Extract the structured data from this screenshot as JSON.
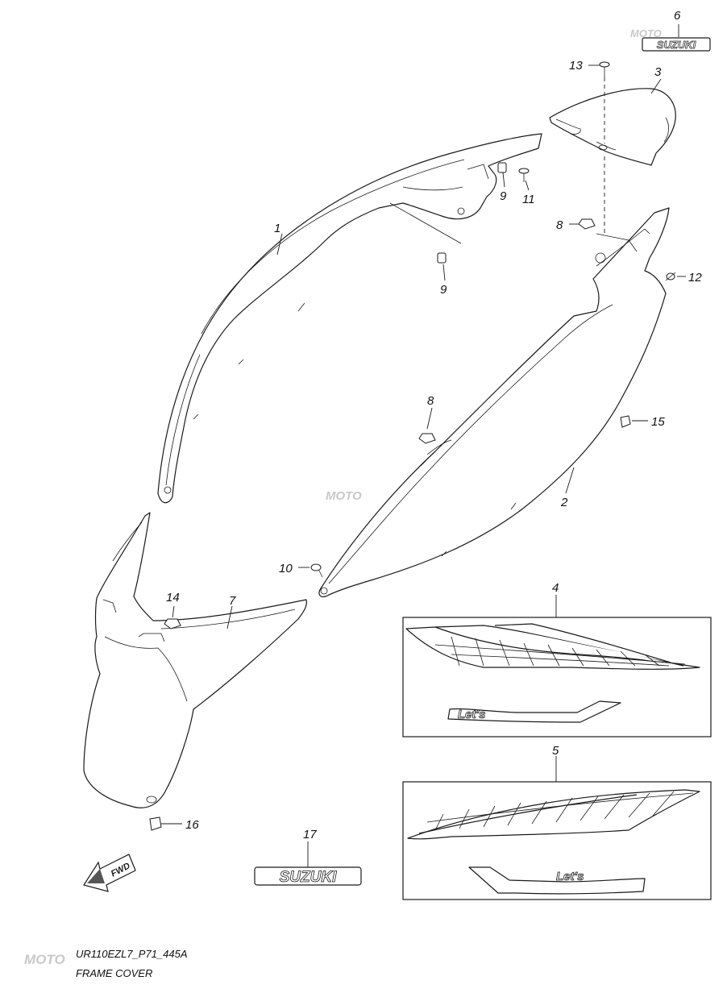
{
  "callouts": {
    "c1": "1",
    "c2": "2",
    "c3": "3",
    "c4": "4",
    "c5": "5",
    "c6": "6",
    "c7": "7",
    "c8a": "8",
    "c8b": "8",
    "c9a": "9",
    "c9b": "9",
    "c10": "10",
    "c11": "11",
    "c12": "12",
    "c13": "13",
    "c14": "14",
    "c15": "15",
    "c16": "16",
    "c17": "17"
  },
  "emblems": {
    "suzuki_small": "SUZUKI",
    "suzuki_large": "SUZUKI",
    "decal_top_script": "Let's",
    "decal_bottom_script": "Let's"
  },
  "fwd_arrow": "FWD",
  "watermarks": {
    "top": "MOTO",
    "middle": "MOTO",
    "bottom": "MOTO"
  },
  "footer": {
    "code": "UR110EZL7_P71_445A",
    "title": "FRAME COVER"
  },
  "colors": {
    "line": "#1a1a1a",
    "background": "#ffffff",
    "watermark": "#c9c9c9"
  }
}
